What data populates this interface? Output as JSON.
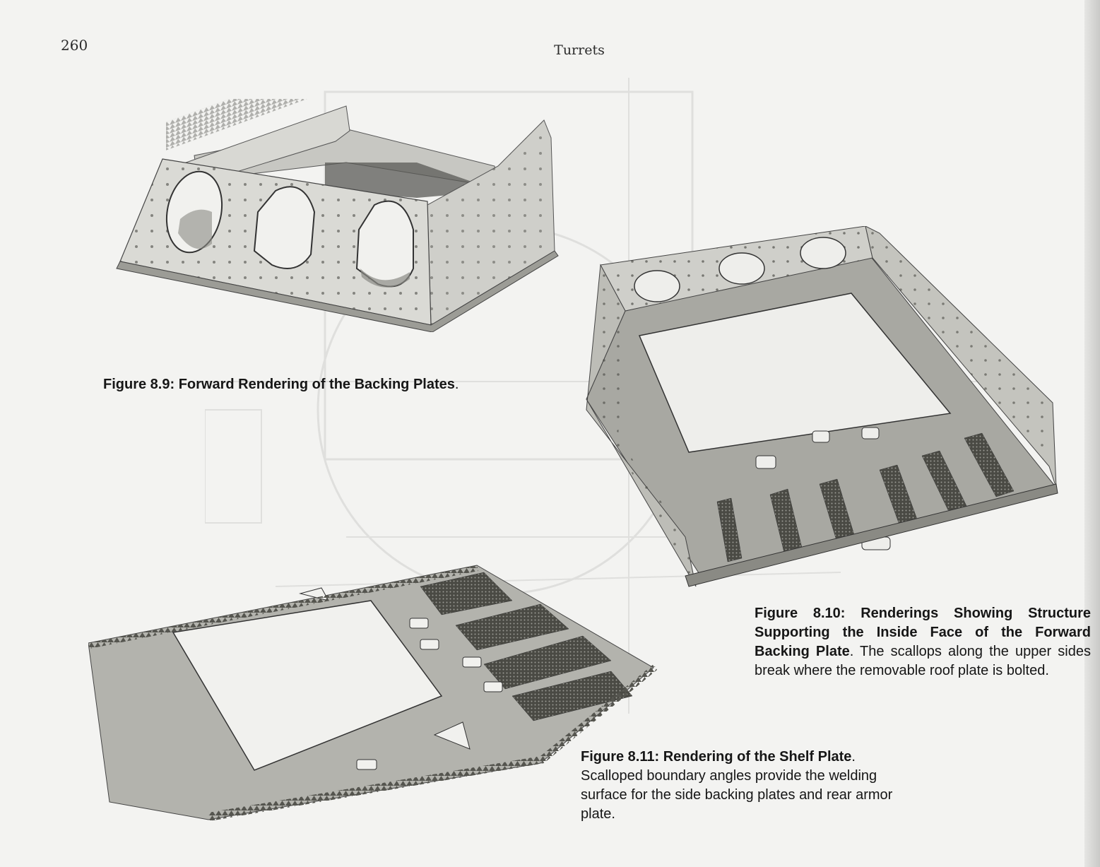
{
  "header": {
    "page_number": "260",
    "running_head": "Turrets"
  },
  "figures": [
    {
      "label": "Figure 8.9:",
      "title": "Forward Rendering of the Backing Plates",
      "text": "."
    },
    {
      "label": "Figure 8.10:",
      "title": "Renderings Showing Structure Supporting the Inside Face of the Forward Backing Plate",
      "text": ". The scallops along the upper sides break where the removable roof plate is bolted."
    },
    {
      "label": "Figure 8.11:",
      "title": "Rendering of the Shelf Plate",
      "text": ". Scalloped boundary angles provide the welding surface for the side backing plates and rear armor plate."
    }
  ],
  "colors": {
    "paper": "#f3f3f1",
    "plate_light": "#d4d4d0",
    "plate_mid": "#b7b7b2",
    "plate_dark": "#8f8f89",
    "stiffener": "#3f3f3a",
    "text": "#161616"
  }
}
